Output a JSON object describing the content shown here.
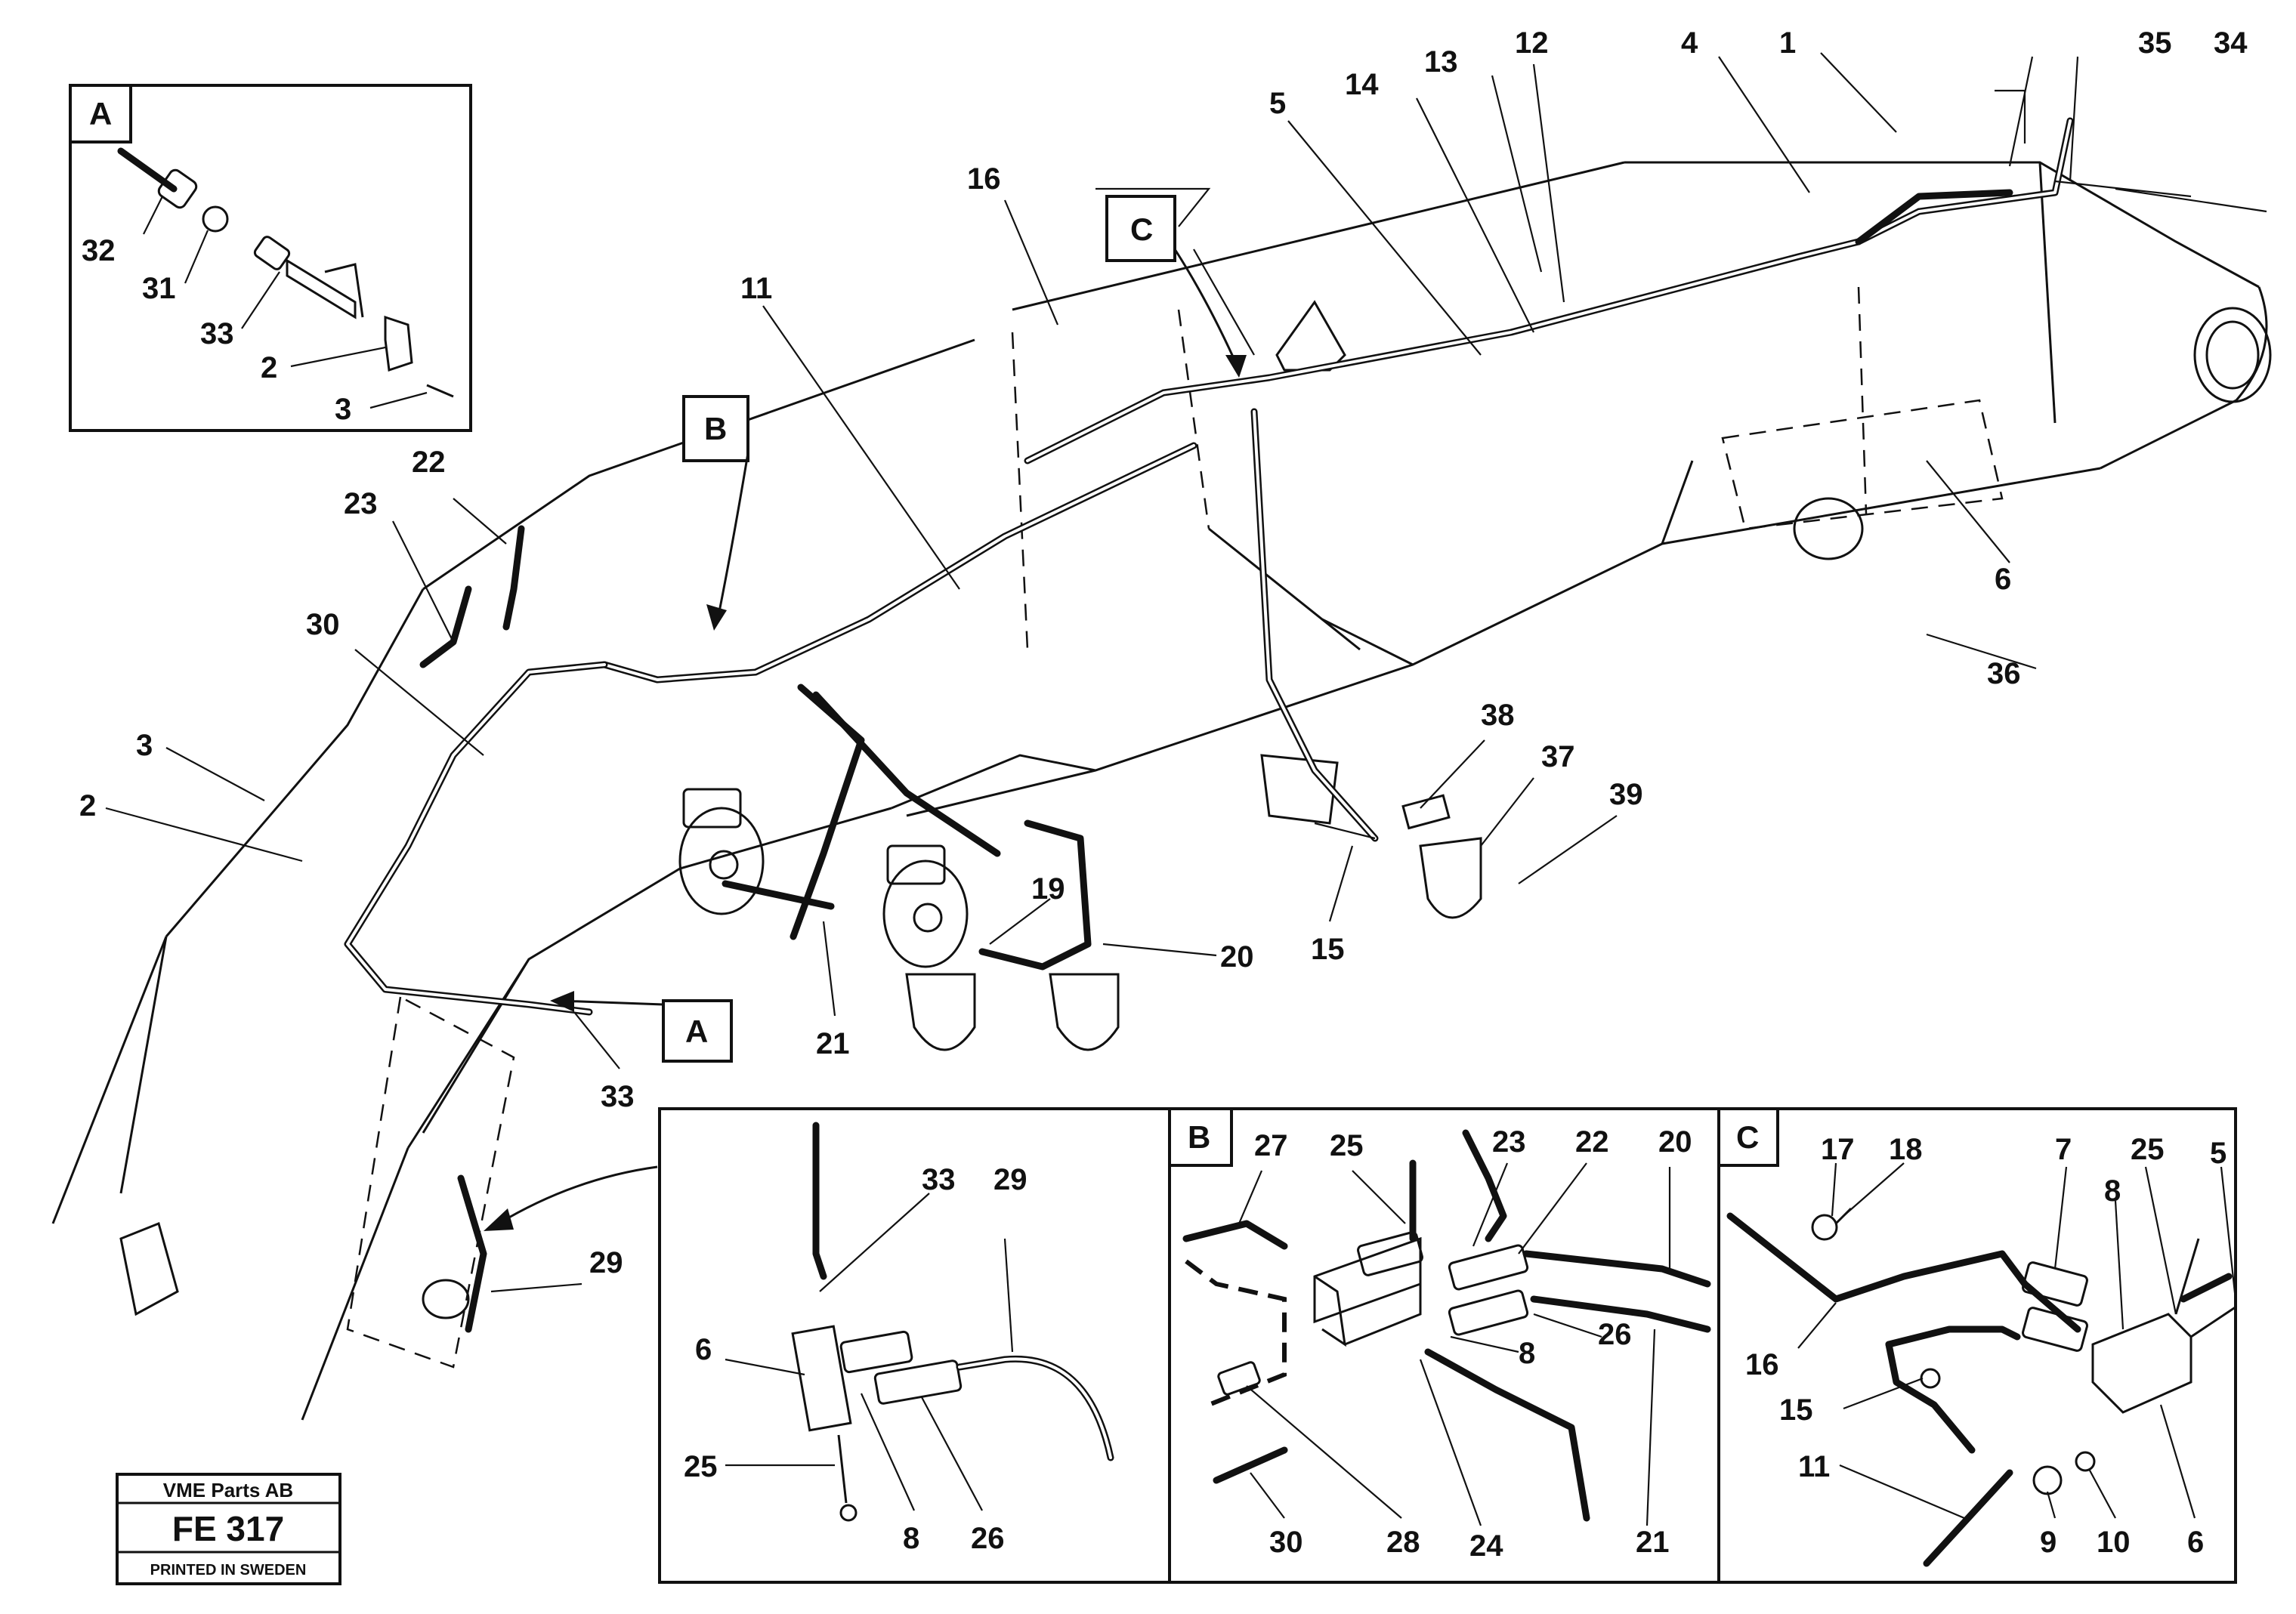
{
  "callouts": {
    "c1": "1",
    "c4": "4",
    "c5": "5",
    "c6": "6",
    "c11": "11",
    "c12": "12",
    "c13": "13",
    "c14": "14",
    "c15": "15",
    "c16": "16",
    "c19": "19",
    "c20": "20",
    "c21": "21",
    "c22": "22",
    "c23": "23",
    "c30": "30",
    "c3": "3",
    "c2": "2",
    "c33": "33",
    "c29": "29",
    "c34": "34",
    "c35": "35",
    "c36": "36",
    "c37": "37",
    "c38": "38",
    "c39": "39"
  },
  "markers": {
    "a": "A",
    "b": "B",
    "c": "C"
  },
  "detail_a": {
    "tag": "A",
    "l32": "32",
    "l31": "31",
    "l33": "33",
    "l2": "2",
    "l3": "3"
  },
  "detail_valve": {
    "l33": "33",
    "l29": "29",
    "l6": "6",
    "l25": "25",
    "l8": "8",
    "l26": "26"
  },
  "detail_b": {
    "tag": "B",
    "l27": "27",
    "l25": "25",
    "l23": "23",
    "l22": "22",
    "l20": "20",
    "l8": "8",
    "l26": "26",
    "l30": "30",
    "l28": "28",
    "l24": "24",
    "l21": "21"
  },
  "detail_c": {
    "tag": "C",
    "l17": "17",
    "l18": "18",
    "l7": "7",
    "l25": "25",
    "l5": "5",
    "l8": "8",
    "l16": "16",
    "l15": "15",
    "l11": "11",
    "l9": "9",
    "l10": "10",
    "l6": "6"
  },
  "stamp": {
    "company": "VME Parts AB",
    "code": "FE 317",
    "printed": "PRINTED IN SWEDEN"
  }
}
